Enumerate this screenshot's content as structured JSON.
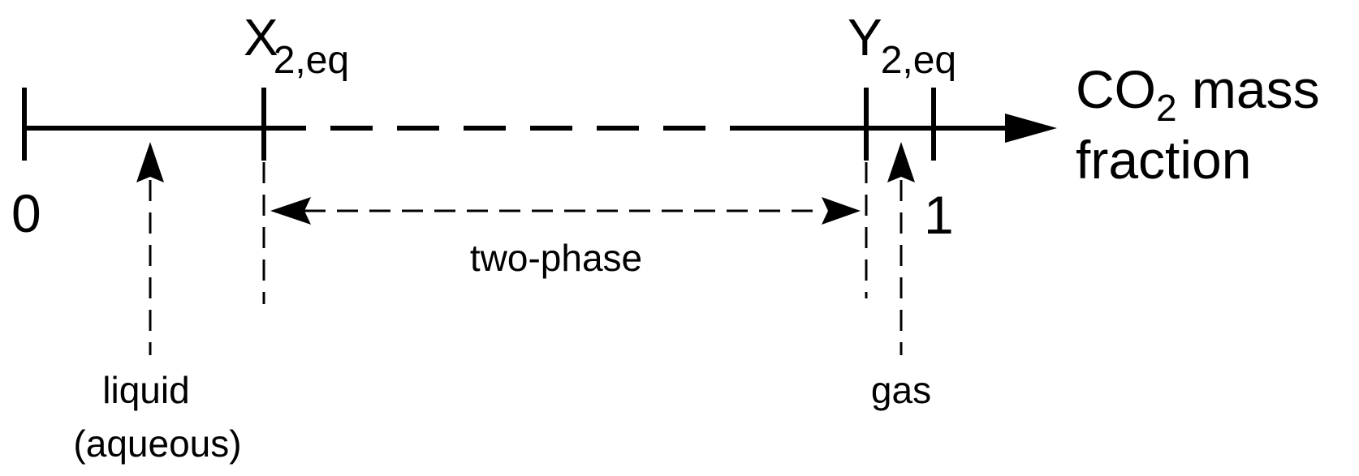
{
  "axis": {
    "label_line1_prefix": "CO",
    "label_line1_subscript": "2",
    "label_line1_suffix": " mass",
    "label_line2": "fraction",
    "start_value": "0",
    "end_value": "1"
  },
  "boundaries": {
    "liquid_limit": {
      "symbol": "X",
      "subscript": "2,eq"
    },
    "gas_limit": {
      "symbol": "Y",
      "subscript": "2,eq"
    }
  },
  "regions": {
    "liquid_line1": "liquid",
    "liquid_line2": "(aqueous)",
    "two_phase": "two-phase",
    "gas": "gas"
  },
  "colors": {
    "ink": "#000000",
    "background": "#ffffff"
  }
}
